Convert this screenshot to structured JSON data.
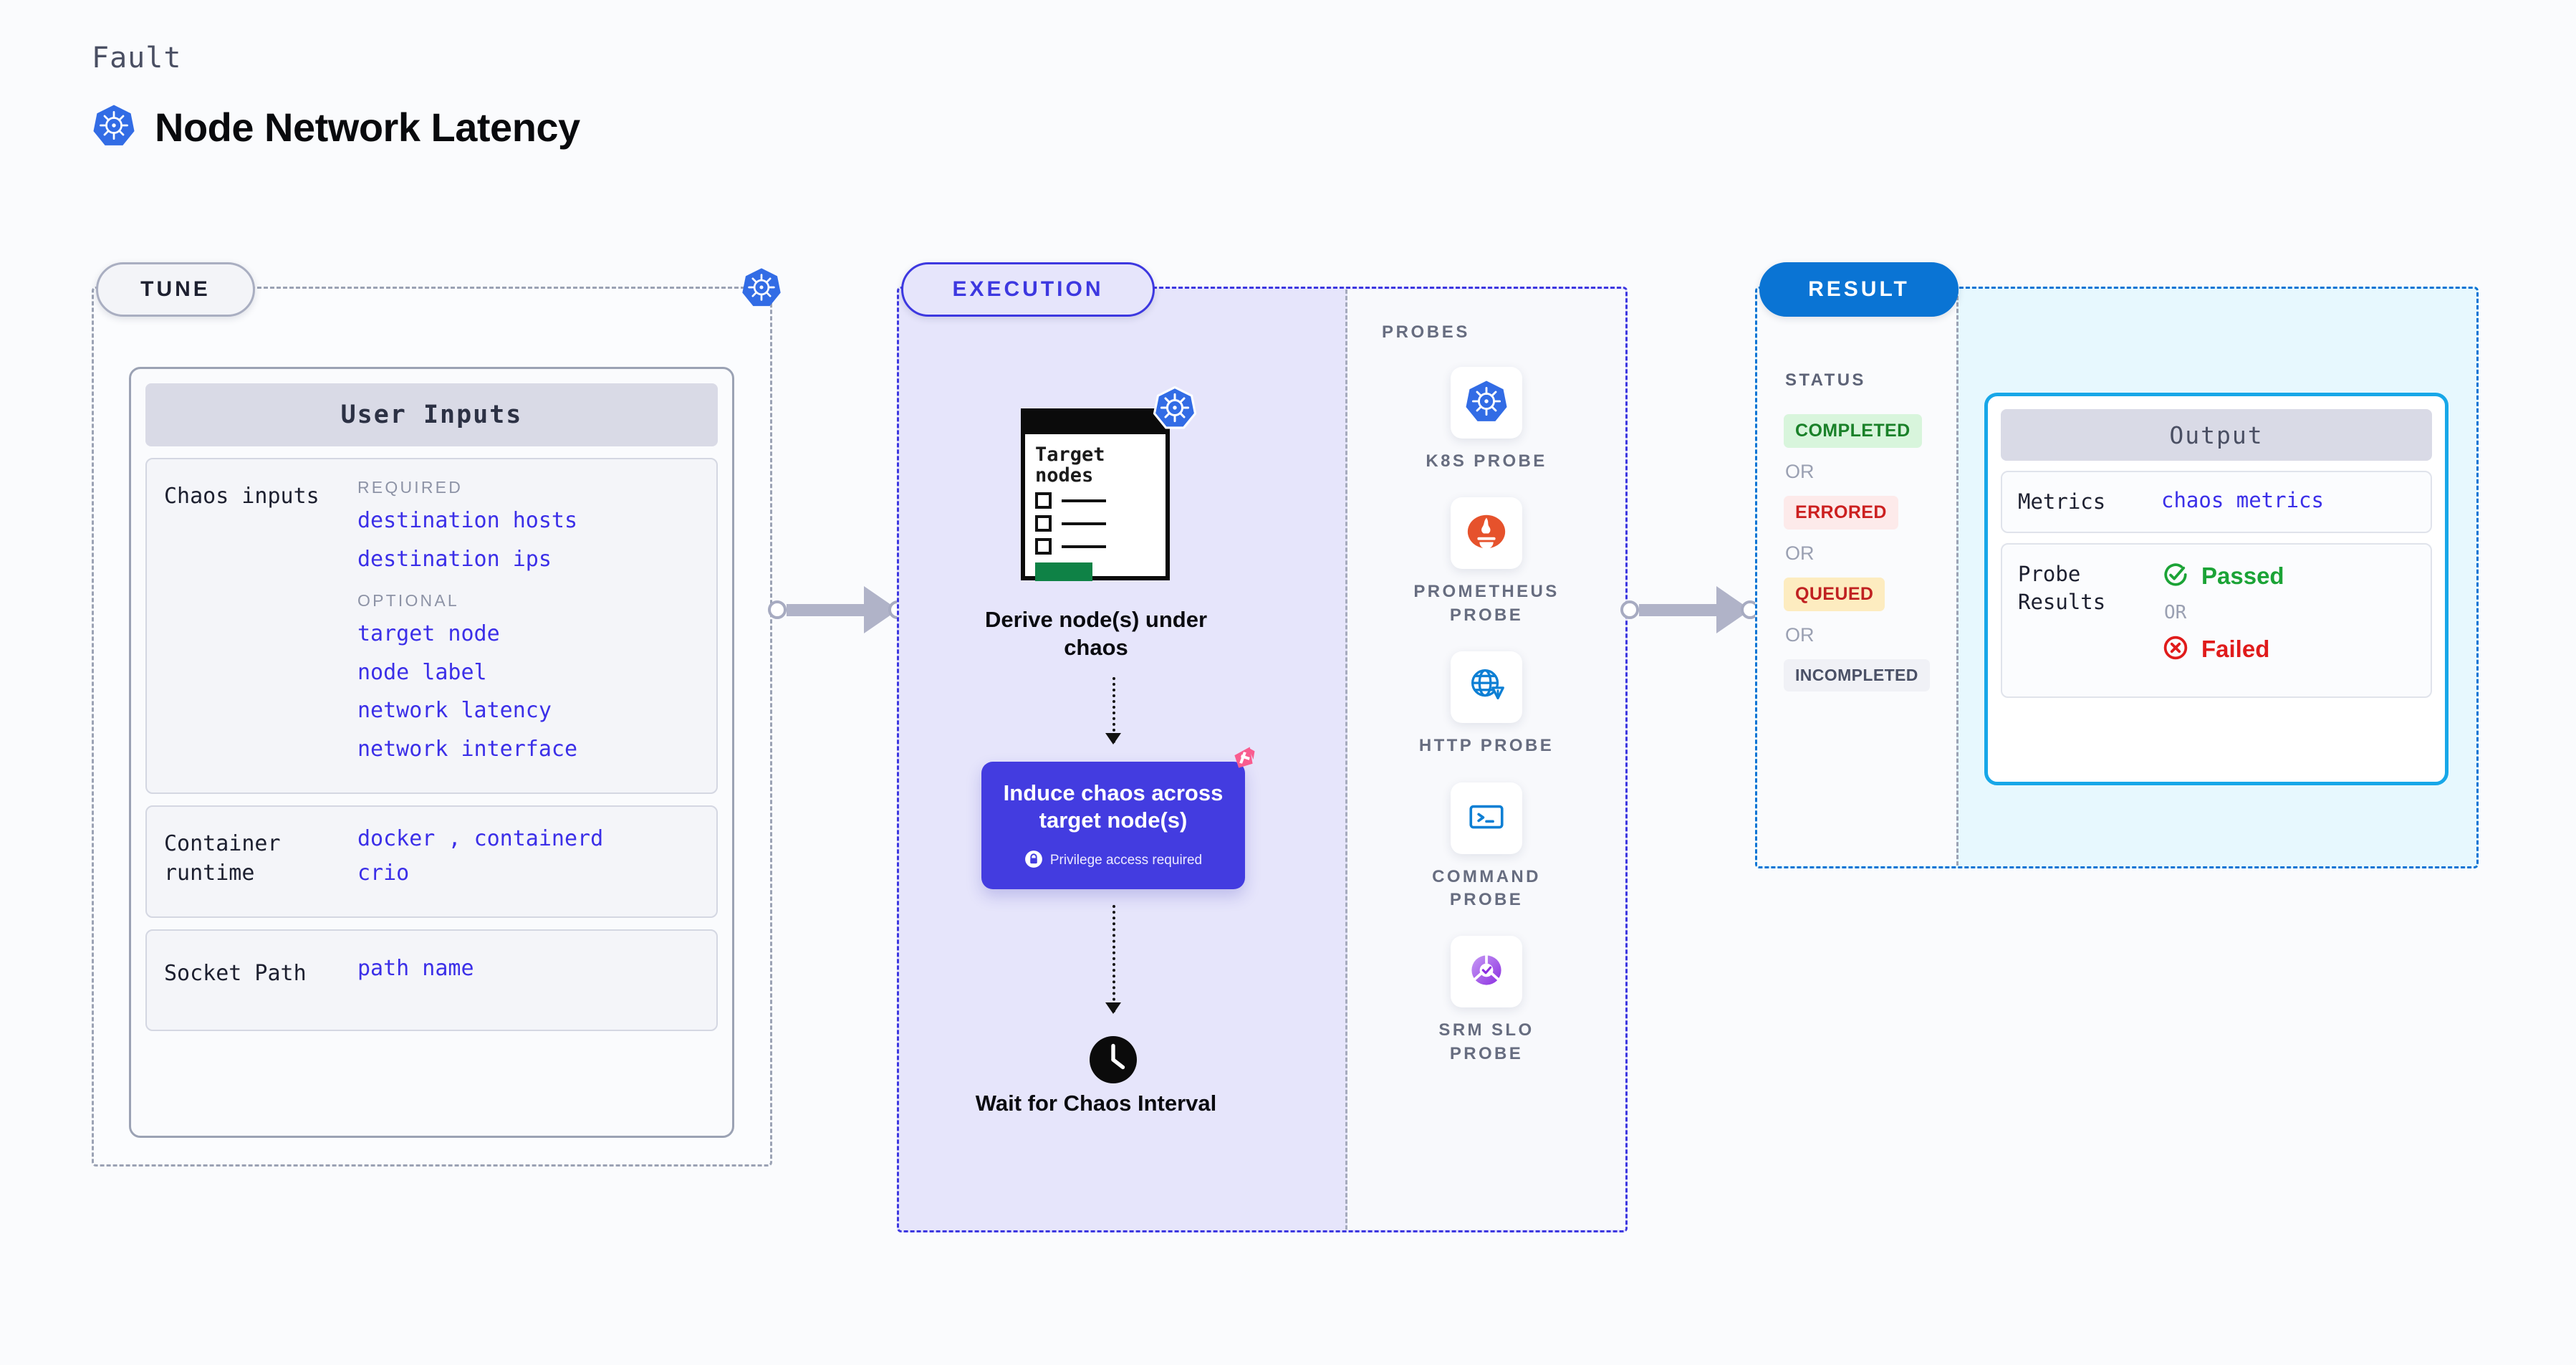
{
  "header": {
    "kicker": "Fault",
    "title": "Node Network Latency",
    "icon": "kubernetes-icon"
  },
  "stages": {
    "tune": {
      "badge": "TUNE",
      "card_title": "User Inputs",
      "rows": [
        {
          "label": "Chaos inputs",
          "groups": [
            {
              "heading": "REQUIRED",
              "values": [
                "destination hosts",
                "destination ips"
              ]
            },
            {
              "heading": "OPTIONAL",
              "values": [
                "target node",
                "node label",
                "network latency",
                "network interface"
              ]
            }
          ]
        },
        {
          "label": "Container runtime",
          "values_line1": [
            "docker",
            "containerd"
          ],
          "separator": ",",
          "values_line2": [
            "crio"
          ]
        },
        {
          "label": "Socket Path",
          "values": [
            "path name"
          ]
        }
      ]
    },
    "execution": {
      "badge": "EXECUTION",
      "target_card": {
        "title": "Target nodes",
        "icon": "kubernetes-icon"
      },
      "steps": [
        {
          "caption": "Derive node(s) under chaos"
        },
        {
          "caption": "Induce chaos across target node(s)",
          "note": "Privilege access required",
          "note_icon": "lock-icon",
          "corner_icon": "litmus-chaos-icon"
        },
        {
          "caption": "Wait for Chaos Interval",
          "icon": "clock-icon"
        }
      ],
      "probes_title": "PROBES",
      "probes": [
        {
          "label": "K8S PROBE",
          "icon": "kubernetes-icon"
        },
        {
          "label": "PROMETHEUS PROBE",
          "icon": "prometheus-icon"
        },
        {
          "label": "HTTP PROBE",
          "icon": "http-globe-warning-icon"
        },
        {
          "label": "COMMAND PROBE",
          "icon": "terminal-icon"
        },
        {
          "label": "SRM SLO PROBE",
          "icon": "srm-slo-gauge-icon"
        }
      ]
    },
    "result": {
      "badge": "RESULT",
      "status_title": "STATUS",
      "or_label": "OR",
      "statuses": [
        {
          "label": "COMPLETED",
          "bg": "#d8f5dc",
          "fg": "#1a8129"
        },
        {
          "label": "ERRORED",
          "bg": "#fdeaea",
          "fg": "#cc2020"
        },
        {
          "label": "QUEUED",
          "bg": "#fdecc0",
          "fg": "#c02121"
        },
        {
          "label": "INCOMPLETED",
          "bg": "#f0f1f6",
          "fg": "#4a5066"
        }
      ],
      "output": {
        "title": "Output",
        "metrics_label": "Metrics",
        "metrics_value": "chaos metrics",
        "probe_results_label": "Probe Results",
        "passed": "Passed",
        "failed": "Failed",
        "or_label": "OR",
        "passed_icon": "check-circle-icon",
        "failed_icon": "x-circle-icon"
      }
    }
  },
  "colors": {
    "accent_blue": "#3b2fe8",
    "exec_purple": "#433ce0",
    "result_blue": "#0a74d4",
    "output_border": "#17a7e8",
    "pass_green": "#1ba336",
    "fail_red": "#e01b1b",
    "k8s_blue": "#326ce5",
    "litmus_pink": "#f95c8f"
  }
}
